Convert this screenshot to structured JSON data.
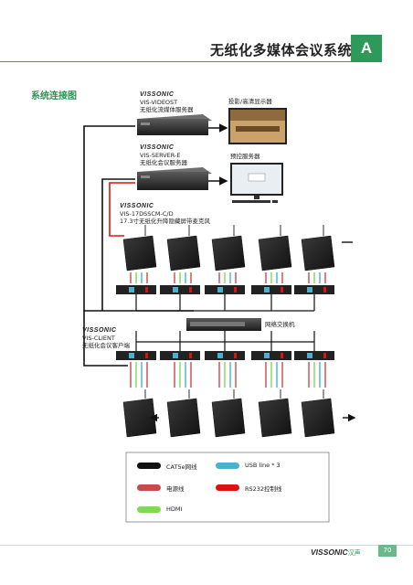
{
  "header": {
    "title": "无纸化多媒体会议系统",
    "tab_letter": "A"
  },
  "section_title": "系统连接图",
  "devices": {
    "video_server": {
      "brand": "VISSONIC",
      "model": "VIS-VIDEOST",
      "desc": "无纸化流媒体服务器"
    },
    "conf_server": {
      "brand": "VISSONIC",
      "model": "VIS-SERVER-E",
      "desc": "无纸化会议服务器"
    },
    "terminal": {
      "brand": "VISSONIC",
      "model": "VIS-17DSSCM-C/D",
      "desc": "17.3寸无纸化升降隐藏屏带麦克风"
    },
    "client": {
      "brand": "VISSONIC",
      "model": "VIS-CLIENT",
      "desc": "无纸化会议客户端"
    },
    "projector_label": "投影/高清显示器",
    "pc_label": "预控服务器",
    "switch_label": "网络交换机"
  },
  "legend": [
    {
      "label": "CAT5e网线",
      "color": "#111111"
    },
    {
      "label": "USB line * 3",
      "color": "#4ab0d0"
    },
    {
      "label": "电源线",
      "color": "#c94a4a"
    },
    {
      "label": "RS232控制线",
      "color": "#e01010"
    },
    {
      "label": "HDMI",
      "color": "#7ed957"
    }
  ],
  "footer": {
    "brand": "VISSONIC",
    "brand_cn": "汉声",
    "page": "70"
  }
}
